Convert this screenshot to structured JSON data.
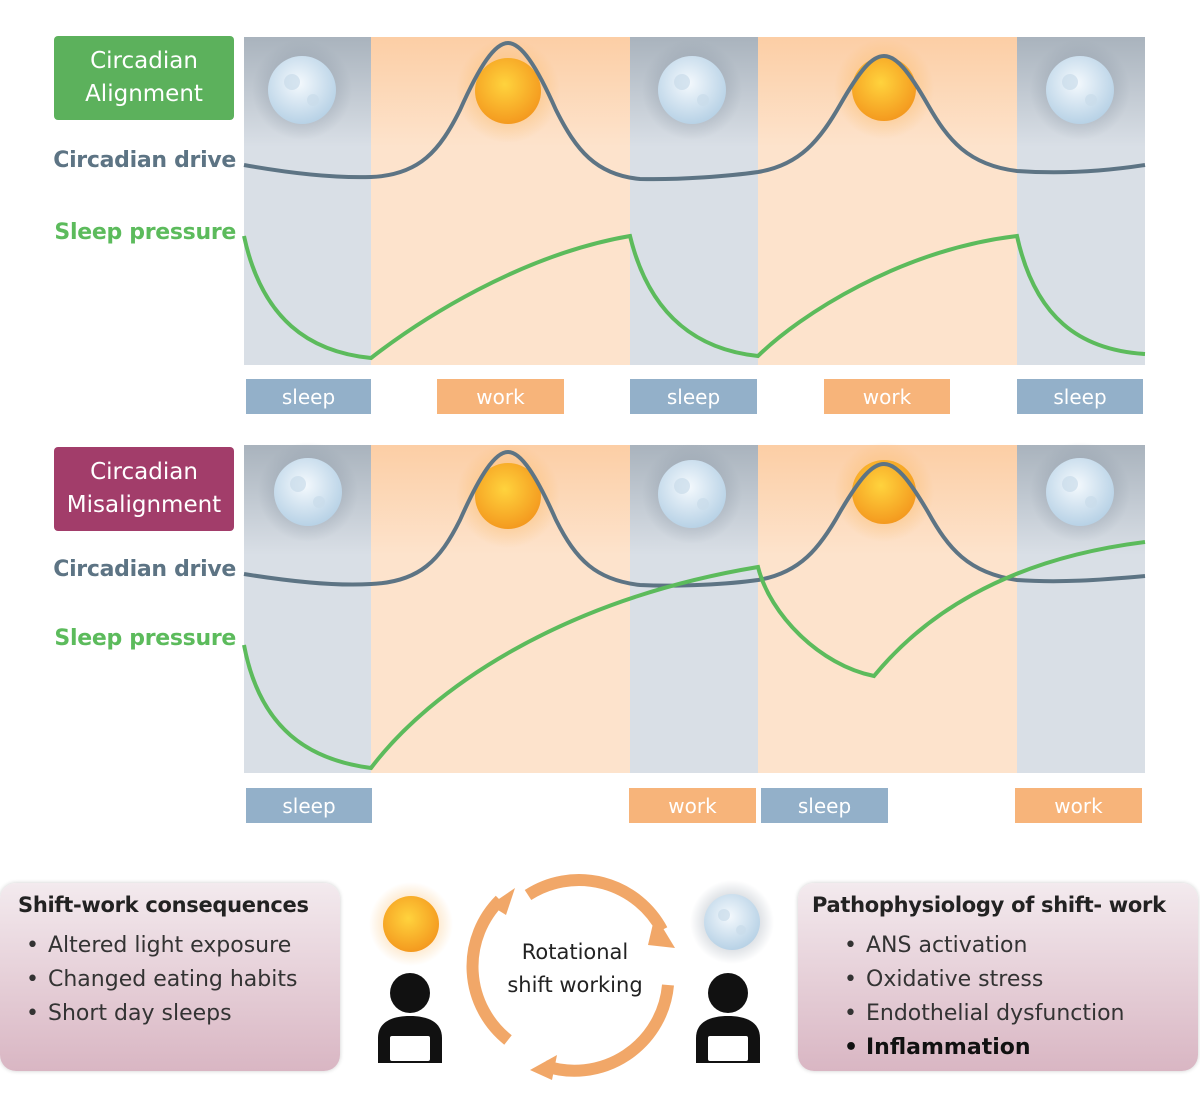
{
  "panels": [
    {
      "title_line1": "Circadian",
      "title_line2": "Alignment",
      "title_color": "#5cb15c",
      "drive_label": "Circadian drive",
      "sleep_label": "Sleep pressure",
      "bars": [
        {
          "type": "sleep",
          "label": "sleep"
        },
        {
          "type": "work",
          "label": "work"
        },
        {
          "type": "sleep",
          "label": "sleep"
        },
        {
          "type": "work",
          "label": "work"
        },
        {
          "type": "sleep",
          "label": "sleep"
        }
      ]
    },
    {
      "title_line1": "Circadian",
      "title_line2": "Misalignment",
      "title_color": "#a23d6a",
      "drive_label": "Circadian drive",
      "sleep_label": "Sleep pressure",
      "bars": [
        {
          "type": "sleep",
          "label": "sleep"
        },
        {
          "type": "work",
          "label": "work"
        },
        {
          "type": "sleep",
          "label": "sleep"
        },
        {
          "type": "work",
          "label": "work"
        }
      ]
    }
  ],
  "colors": {
    "night_band": "#d9dfe6",
    "day_band": "#fde3cc",
    "drive_curve": "#5d7484",
    "sleep_curve": "#5cbb5c",
    "sleep_bar": "#93b0c9",
    "work_bar": "#f7b47a"
  },
  "icons": [
    "moon-icon",
    "sun-icon",
    "person-at-laptop-icon",
    "cycle-arrows-icon"
  ],
  "left_box": {
    "title": "Shift-work consequences",
    "items": [
      "Altered light exposure",
      "Changed eating habits",
      "Short day sleeps"
    ]
  },
  "cycle": {
    "line1": "Rotational",
    "line2": "shift working"
  },
  "right_box": {
    "title": "Pathophysiology of shift- work",
    "items": [
      "ANS activation",
      "Oxidative stress",
      "Endothelial dysfunction",
      "Inflammation"
    ]
  }
}
